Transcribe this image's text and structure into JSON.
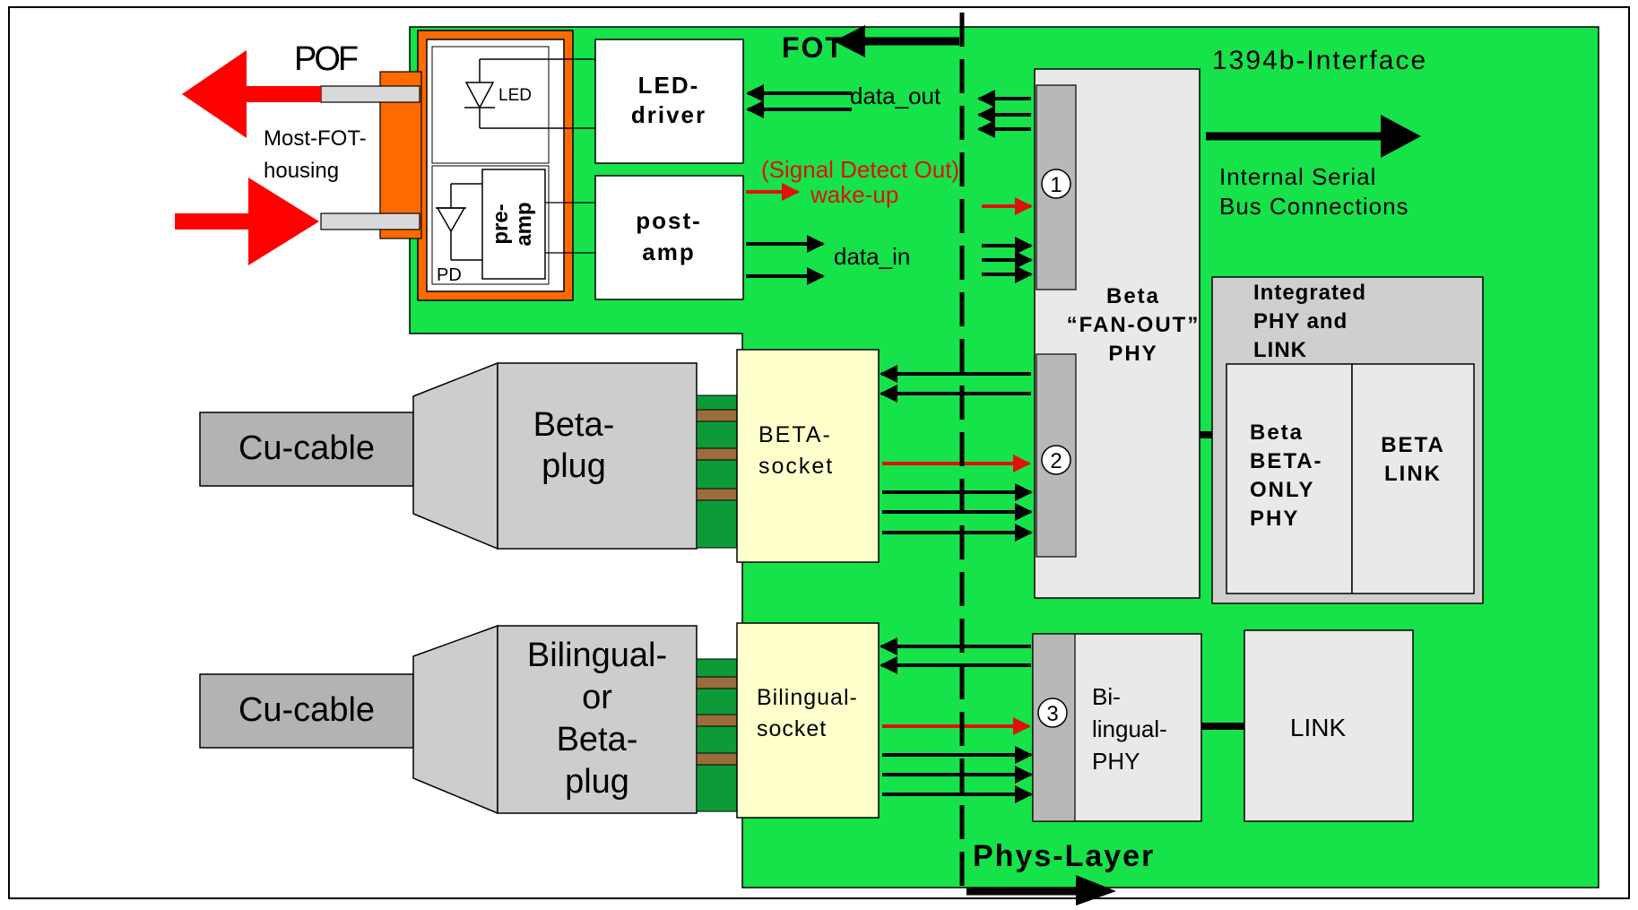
{
  "labels": {
    "pof": "POF",
    "housing_line1": "Most-FOT-",
    "housing_line2": "housing",
    "led": "LED",
    "pd": "PD",
    "preamp_line1": "pre-",
    "preamp_line2": "amp",
    "led_driver_line1": "LED-",
    "led_driver_line2": "driver",
    "postamp_line1": "post-",
    "postamp_line2": "amp",
    "fot": "FOT",
    "data_out": "data_out",
    "signal_detect": "(Signal Detect Out)",
    "wake_up": "wake-up",
    "data_in": "data_in",
    "interface_title": "1394b-Interface",
    "internal_bus_line1": "Internal Serial",
    "internal_bus_line2": "Bus Connections",
    "fanout_line1": "Beta",
    "fanout_line2": "“FAN-OUT”",
    "fanout_line3": "PHY",
    "integrated_line1": "Integrated",
    "integrated_line2": "PHY and",
    "integrated_line3": "LINK",
    "beta_only_line1": "Beta",
    "beta_only_line2": "BETA-",
    "beta_only_line3": "ONLY",
    "beta_only_line4": "PHY",
    "beta_link_line1": "BETA",
    "beta_link_line2": "LINK",
    "port1": "1",
    "port2": "2",
    "port3": "3",
    "cu_cable_1": "Cu-cable",
    "beta_plug_line1": "Beta-",
    "beta_plug_line2": "plug",
    "beta_socket_line1": "BETA-",
    "beta_socket_line2": "socket",
    "cu_cable_2": "Cu-cable",
    "bi_plug_line1": "Bilingual-",
    "bi_plug_line2": "or",
    "bi_plug_line3": "Beta-",
    "bi_plug_line4": "plug",
    "bi_socket_line1": "Bilingual-",
    "bi_socket_line2": "socket",
    "biphy_line1": "Bi-",
    "biphy_line2": "lingual-",
    "biphy_line3": "PHY",
    "link": "LINK",
    "phys_layer": "Phys-Layer"
  },
  "colors": {
    "board": "#16e24a",
    "housing": "#ff6a00",
    "signal_arrow": "#e01010",
    "pof_arrow": "#ff0000",
    "phy_box": "#e9e9e9",
    "port_bar": "#b8b8b8",
    "integrated_box": "#cfcfcf",
    "socket": "#ffffcc",
    "plug": "#cdcdcd",
    "cable": "#b3b3b3",
    "pin_brown": "#9b6c3c",
    "pin_green": "#0f9a3a"
  }
}
